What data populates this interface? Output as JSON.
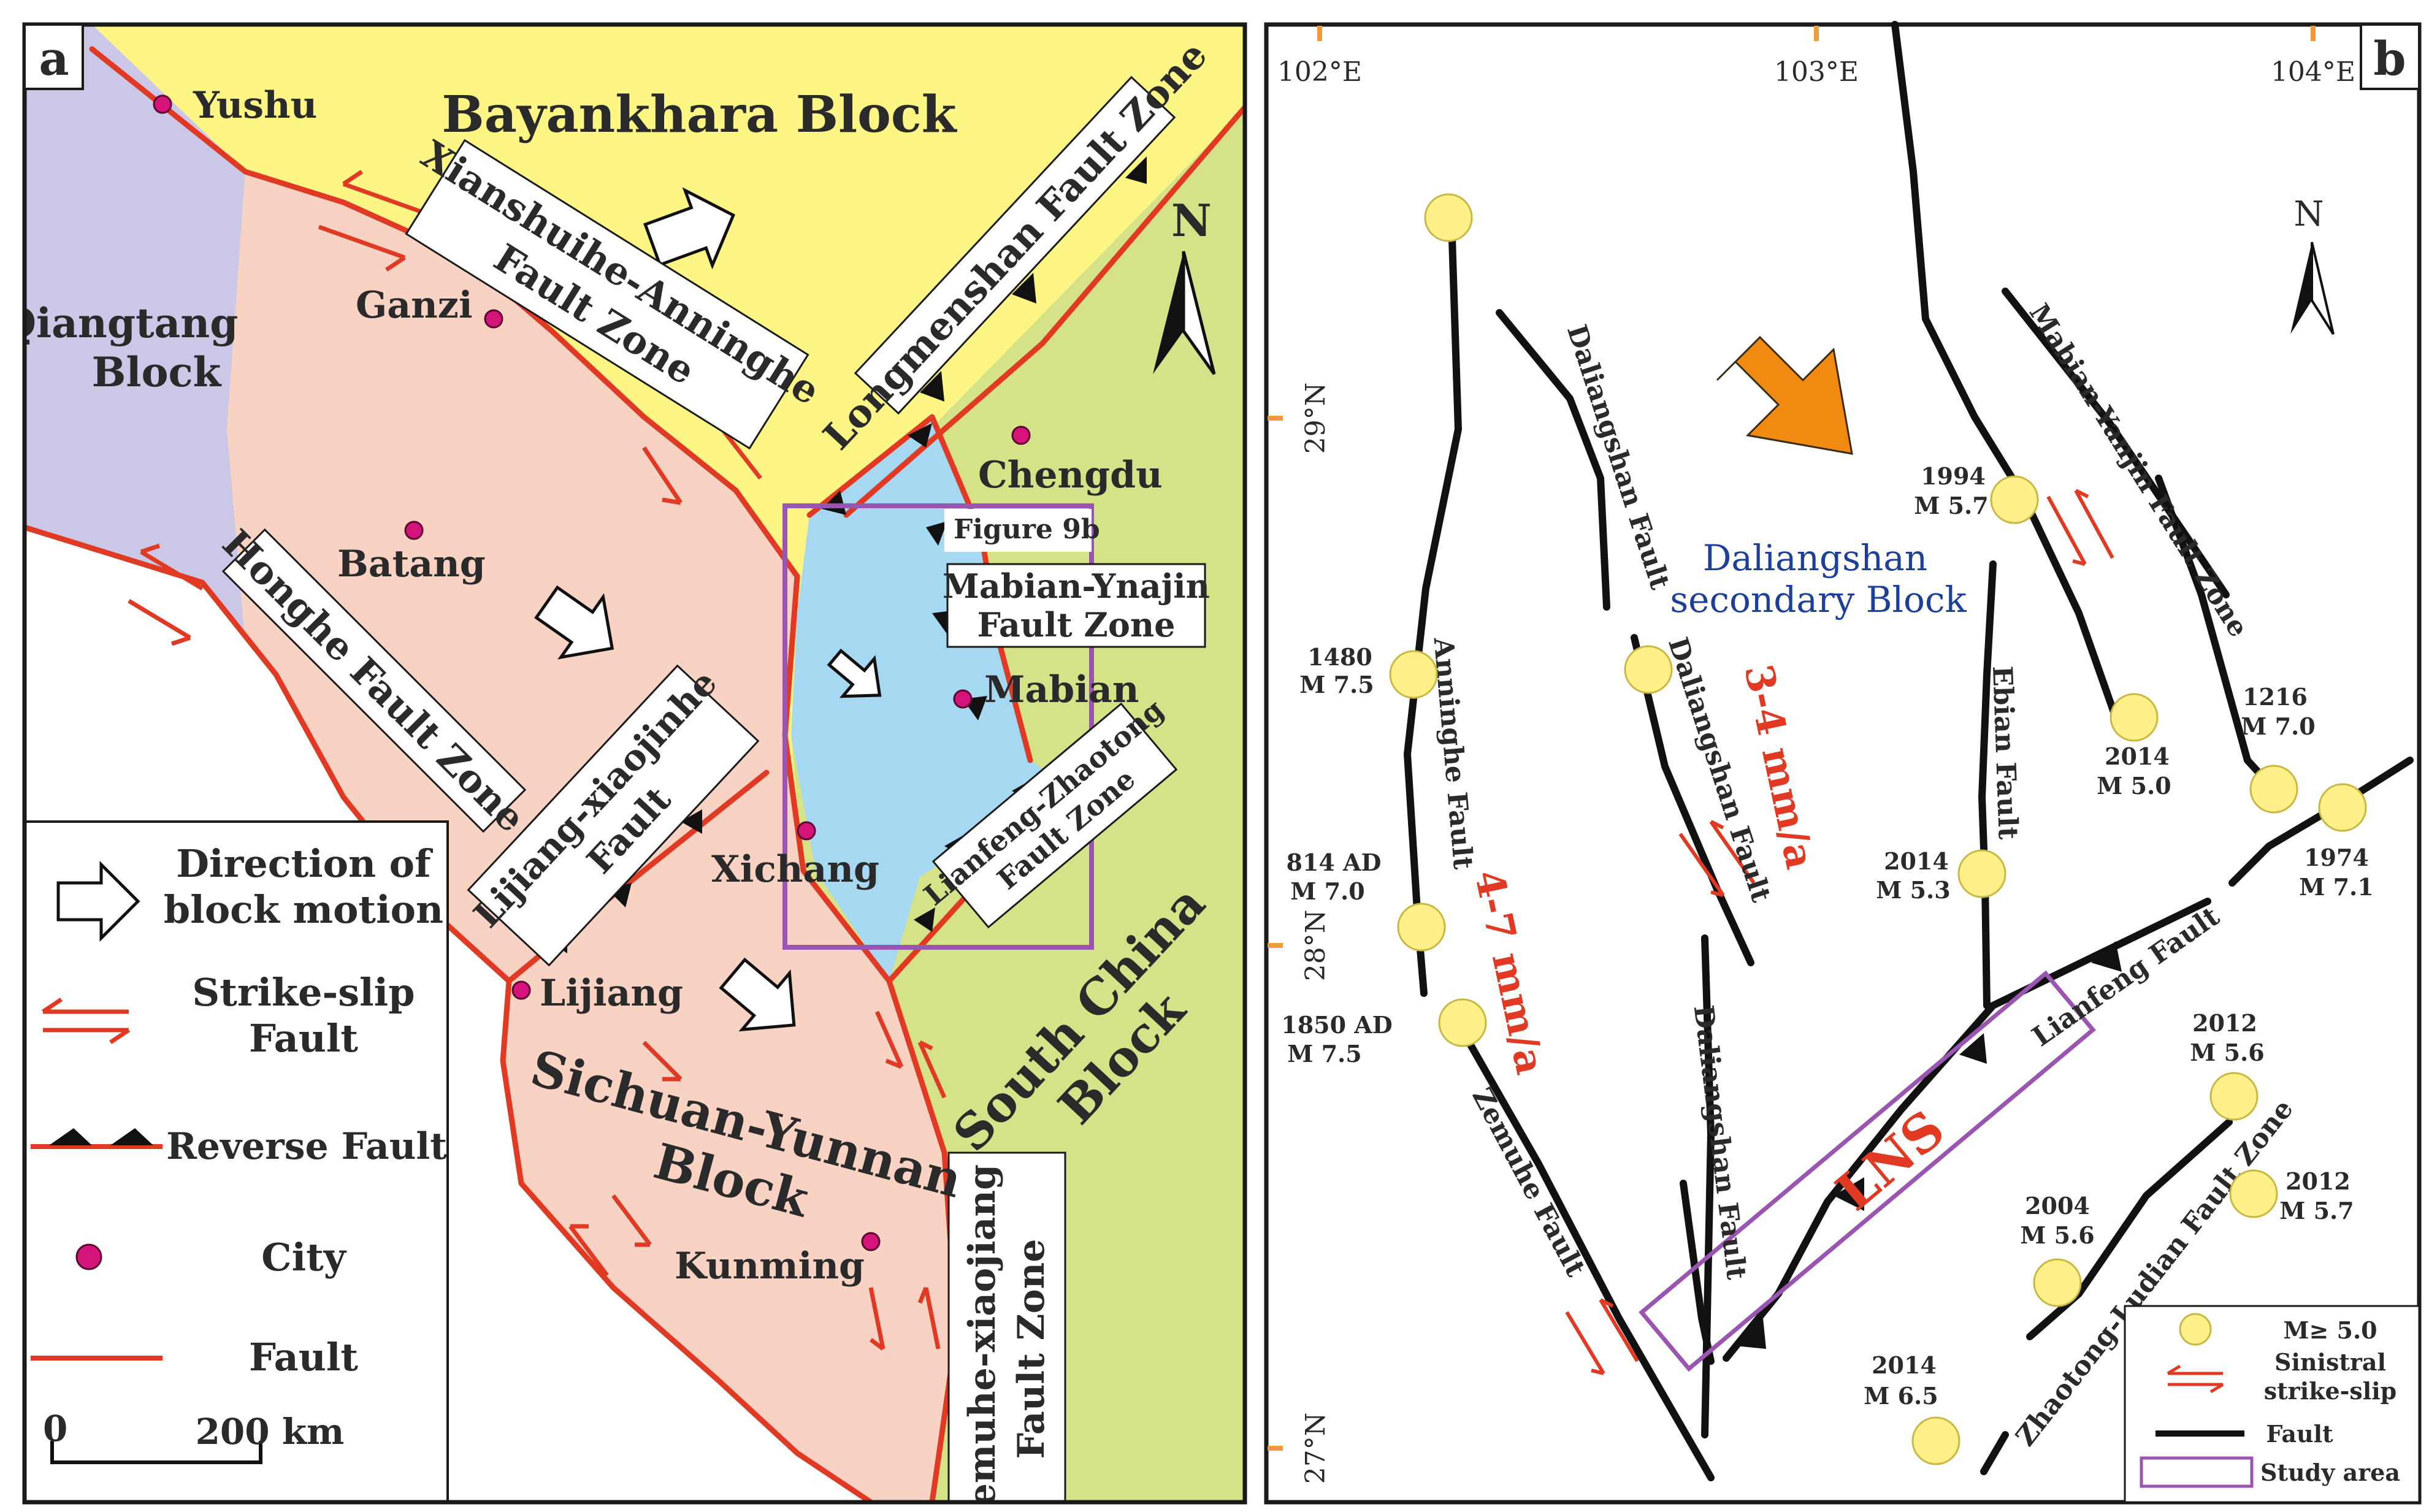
{
  "panel_a": {
    "letter": "a",
    "blocks": {
      "bayankhara": "Bayankhara Block",
      "qiangtang_1": "Qiangtang",
      "qiangtang_2": "Block",
      "sichuan_1": "Sichuan-Yunnan",
      "sichuan_2": "Block",
      "south_china_1": "South China",
      "south_china_2": "Block"
    },
    "fault_zones": {
      "xianshuihe_1": "Xianshuihe-Anninghe",
      "xianshuihe_2": "Fault Zone",
      "longmenshan": "Longmenshan Fault Zone",
      "honghe": "Honghe Fault Zone",
      "lijiang_1": "Lijiang-xiaojinhe",
      "lijiang_2": "Fault",
      "mabian_1": "Mabian-Ynajin",
      "mabian_2": "Fault Zone",
      "lianfeng_1": "Lianfeng-Zhaotong",
      "lianfeng_2": "Fault Zone",
      "zemuhe_1": "Zemuhe-xiaojiang",
      "zemuhe_2": "Fault Zone"
    },
    "figure_box_label": "Figure 9b",
    "north": "N",
    "cities": [
      "Yushu",
      "Ganzi",
      "Batang",
      "Chengdu",
      "Mabian",
      "Xichang",
      "Lijiang",
      "Kunming"
    ],
    "legend": {
      "motion_1": "Direction of",
      "motion_2": "block motion",
      "strike_1": "Strike-slip",
      "strike_2": "Fault",
      "reverse": "Reverse Fault",
      "city": "City",
      "fault": "Fault"
    },
    "scale": {
      "zero": "0",
      "value": "200 km"
    },
    "colors": {
      "bayankhara": "#fdf584",
      "qiangtang": "#cbc7e6",
      "sichuan": "#f8d3c4",
      "south_china": "#d6e288",
      "secondary": "#a7d8f2",
      "fault": "#e03a24"
    }
  },
  "panel_b": {
    "letter": "b",
    "lon_labels": [
      "102°E",
      "103°E",
      "104°E"
    ],
    "lat_labels": [
      "29°N",
      "28°N",
      "27°N"
    ],
    "north": "N",
    "block_1": "Daliangshan",
    "block_2": "secondary Block",
    "rate_upper": "3-4 mm/a",
    "rate_lower": "4-7 mm/a",
    "lns": "LNS",
    "faults": {
      "anninghe": "Anninghe Fault",
      "daliangshan_1": "Daliangshan Fault",
      "daliangshan_2": "Daliangshan Fault",
      "daliangshan_3": "Daliangshan Fault",
      "ebian": "Ebian Fault",
      "mabian": "Mabian-Yanjin Fault Zone",
      "lianfeng": "Lianfeng Fault",
      "zemuhe": "Zemuhe Fault",
      "zhaotong": "Zhaotong-Ludian Fault Zone"
    },
    "events": [
      {
        "year": "1480",
        "mag": "M 7.5"
      },
      {
        "year": "814 AD",
        "mag": "M 7.0"
      },
      {
        "year": "1850 AD",
        "mag": "M 7.5"
      },
      {
        "year": "1994",
        "mag": "M 5.7"
      },
      {
        "year": "2014",
        "mag": "M 5.0"
      },
      {
        "year": "1216",
        "mag": "M 7.0"
      },
      {
        "year": "1974",
        "mag": "M 7.1"
      },
      {
        "year": "2014",
        "mag": "M 5.3"
      },
      {
        "year": "2012",
        "mag": "M 5.6"
      },
      {
        "year": "2012",
        "mag": "M 5.7"
      },
      {
        "year": "2004",
        "mag": "M 5.6"
      },
      {
        "year": "2014",
        "mag": "M 6.5"
      }
    ],
    "legend": {
      "eq": "M≥ 5.0",
      "sinistral_1": "Sinistral",
      "sinistral_2": "strike-slip",
      "fault": "Fault",
      "study": "Study area"
    },
    "colors": {
      "motion_arrow": "#f08a10",
      "block_label": "#1d3f9a",
      "rate": "#e03a24",
      "study_box": "#9a55b0"
    }
  }
}
